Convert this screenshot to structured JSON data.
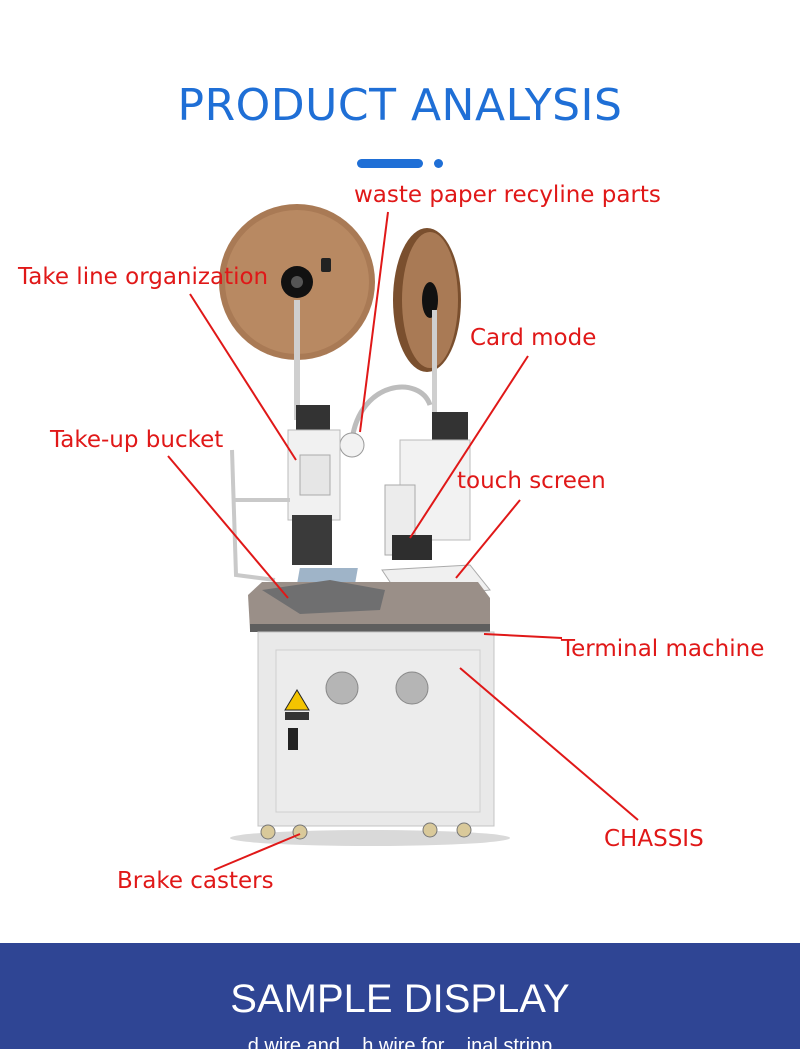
{
  "header": {
    "title": "PRODUCT ANALYSIS"
  },
  "labels": {
    "waste_paper": "waste paper recyline parts",
    "take_line": "Take line organization",
    "card_mode": "Card mode",
    "take_up_bucket": "Take-up bucket",
    "touch_screen": "touch screen",
    "terminal_machine": "Terminal machine",
    "chassis": "CHASSIS",
    "brake_casters": "Brake casters"
  },
  "footer": {
    "title": "SAMPLE DISPLAY",
    "subtitle_partial": "...d wire and ...h wire for ...inal stripp..."
  },
  "colors": {
    "accent_blue": "#1f6fd6",
    "label_red": "#e01818",
    "footer_bg": "#2f4594"
  }
}
